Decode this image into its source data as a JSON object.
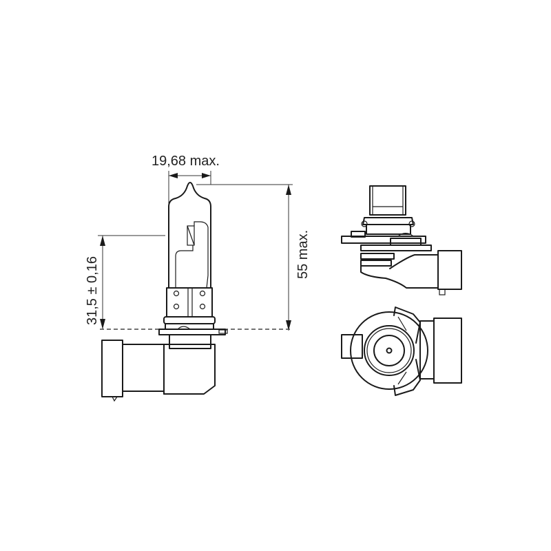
{
  "drawing": {
    "subject": "H10/HB3-type halogen bulb technical drawing",
    "stroke_color": "#1a1a1a",
    "background": "#ffffff"
  },
  "dimensions": {
    "width": "19,68 max.",
    "height": "55 max.",
    "light_center": "31,5 ± 0,16"
  },
  "views": [
    {
      "name": "side-view-dimensioned"
    },
    {
      "name": "side-view-rotated"
    },
    {
      "name": "base-end-view"
    }
  ]
}
